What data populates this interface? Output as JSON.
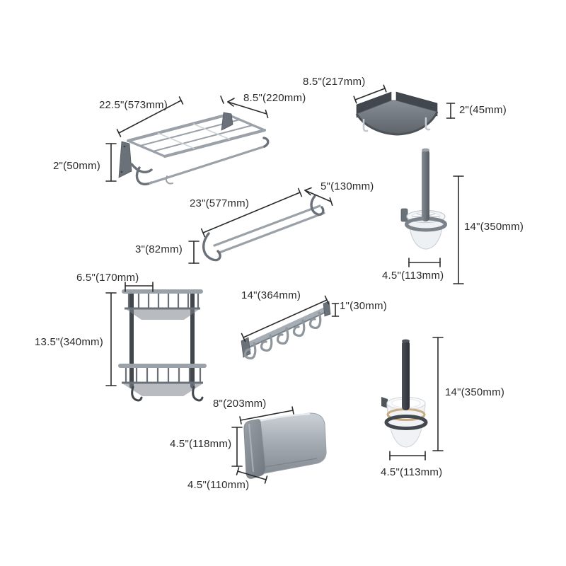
{
  "page": {
    "background": "#ffffff"
  },
  "colors": {
    "page-bg": "#ffffff",
    "text": "#2b2b2b",
    "metal-light": "#cfd4d9",
    "metal-mid": "#9aa1a8",
    "metal-dark": "#6b7178",
    "metal-darker": "#42474d",
    "chrome": "#c4c9cf",
    "gold": "#c9ac82"
  },
  "products": {
    "folding_towel_rack": {
      "width": "22.5\"(573mm)",
      "depth": "8.5\"(220mm)",
      "height": "2\"(50mm)"
    },
    "corner_shelf": {
      "width": "8.5\"(217mm)",
      "height": "2\"(45mm)"
    },
    "double_towel_bar": {
      "width": "23\"(577mm)",
      "depth": "5\"(130mm)",
      "height": "3\"(82mm)"
    },
    "toilet_brush_top": {
      "height": "14\"(350mm)",
      "width": "4.5\"(113mm)"
    },
    "corner_basket": {
      "width": "6.5\"(170mm)",
      "height": "13.5\"(340mm)"
    },
    "hook_rail": {
      "width": "14\"(364mm)",
      "height": "1\"(30mm)"
    },
    "paper_holder": {
      "width": "8\"(203mm)",
      "height": "4.5\"(118mm)",
      "depth": "4.5\"(110mm)"
    },
    "toilet_brush_bottom": {
      "height": "14\"(350mm)",
      "width": "4.5\"(113mm)"
    }
  }
}
